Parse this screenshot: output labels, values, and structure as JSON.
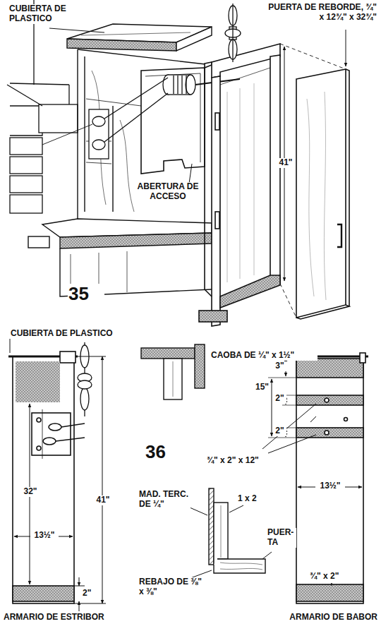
{
  "diagram": {
    "labels": [
      "CUBIERTA DE PLASTICO",
      "PUERTA DE REBORDE, ¾\" x 12¾\" x 32¾\"",
      "ABERTURA DE ACCESO",
      "41\"",
      "35",
      "CUBIERTA DE PLASTICO",
      "CAOBA DE ¼\" x 1½\"",
      "3\"",
      "15\"",
      "2\"",
      "2\"",
      "36",
      "¾\" x 2\" x 12\"",
      "32\"",
      "41\"",
      "13½\"",
      "MAD. TERC. DE ¼\"",
      "1 x 2",
      "PUER- TA",
      "13½\"",
      "¾\" x 2\"",
      "2\"",
      "REBAJO DE ⅜\" x ⅜\"",
      "ARMARIO DE ESTRIBOR",
      "ARMARIO DE BABOR"
    ]
  }
}
